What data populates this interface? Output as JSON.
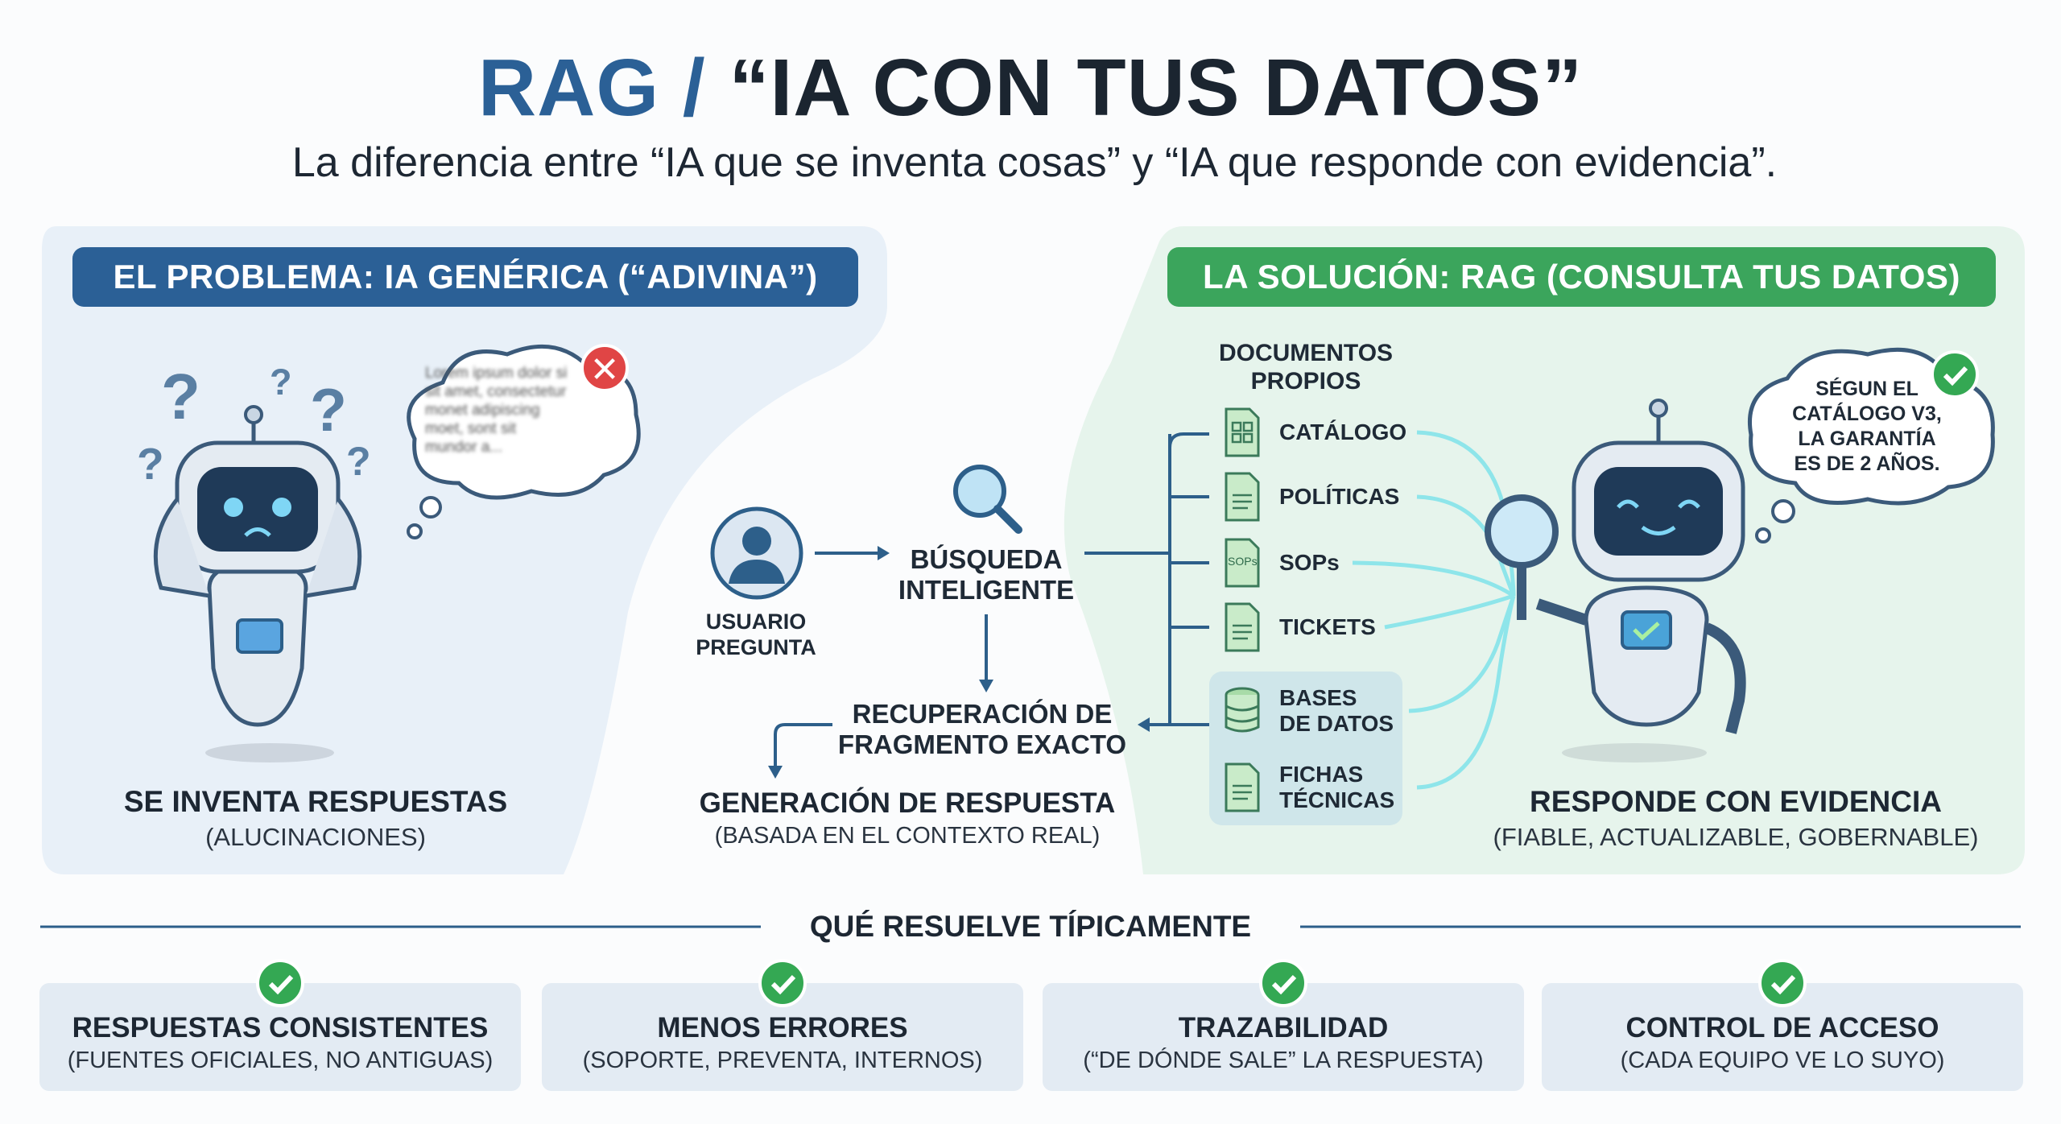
{
  "header": {
    "title_accent": "RAG /",
    "title_main": "“IA CON TUS DATOS”",
    "subtitle": "La diferencia entre “IA que se inventa cosas” y “IA que responde con evidencia”."
  },
  "problem": {
    "label": "EL PROBLEMA: IA GENÉRICA (“ADIVINA”)",
    "bubble_text": "Lorem ipsum dolor si sit amet, consectetur monet adipiscing moet, sont sit mundor a...",
    "caption": "SE INVENTA RESPUESTAS",
    "caption_sub": "(ALUCINACIONES)"
  },
  "flow": {
    "user": "USUARIO\nPREGUNTA",
    "search": "BÚSQUEDA\nINTELIGENTE",
    "retrieve": "RECUPERACIÓN DE\nFRAGMENTO EXACTO",
    "generate": "GENERACIÓN DE RESPUESTA",
    "generate_sub": "(BASADA EN EL CONTEXTO REAL)"
  },
  "solution": {
    "label": "LA SOLUCIÓN: RAG (CONSULTA TUS DATOS)",
    "docs_title": "DOCUMENTOS\nPROPIOS",
    "docs": [
      {
        "label": "CATÁLOGO",
        "icon": "grid-document-icon"
      },
      {
        "label": "POLÍTICAS",
        "icon": "policy-document-icon"
      },
      {
        "label": "SOPs",
        "icon": "sop-document-icon",
        "icon_text": "SOPs"
      },
      {
        "label": "TICKETS",
        "icon": "ticket-edit-icon"
      },
      {
        "label": "BASES\nDE DATOS",
        "icon": "database-icon"
      },
      {
        "label": "FICHAS\nTÉCNICAS",
        "icon": "datasheet-icon"
      }
    ],
    "bubble_text": "SÉGUN EL\nCATÁLOGO V3,\nLA GARANTÍA\nES DE 2 AÑOS.",
    "caption": "RESPONDE CON EVIDENCIA",
    "caption_sub": "(FIABLE, ACTUALIZABLE, GOBERNABLE)"
  },
  "benefits": {
    "heading": "QUÉ RESUELVE TÍPICAMENTE",
    "items": [
      {
        "title": "RESPUESTAS CONSISTENTES",
        "sub": "(FUENTES OFICIALES, NO ANTIGUAS)"
      },
      {
        "title": "MENOS ERRORES",
        "sub": "(SOPORTE, PREVENTA, INTERNOS)"
      },
      {
        "title": "TRAZABILIDAD",
        "sub": "(“DE DÓNDE SALE” LA RESPUESTA)"
      },
      {
        "title": "CONTROL DE ACCESO",
        "sub": "(CADA EQUIPO VE LO SUYO)"
      }
    ]
  },
  "colors": {
    "blue": "#2b6096",
    "green": "#3ba55c",
    "red": "#e04545",
    "check": "#34a853"
  }
}
